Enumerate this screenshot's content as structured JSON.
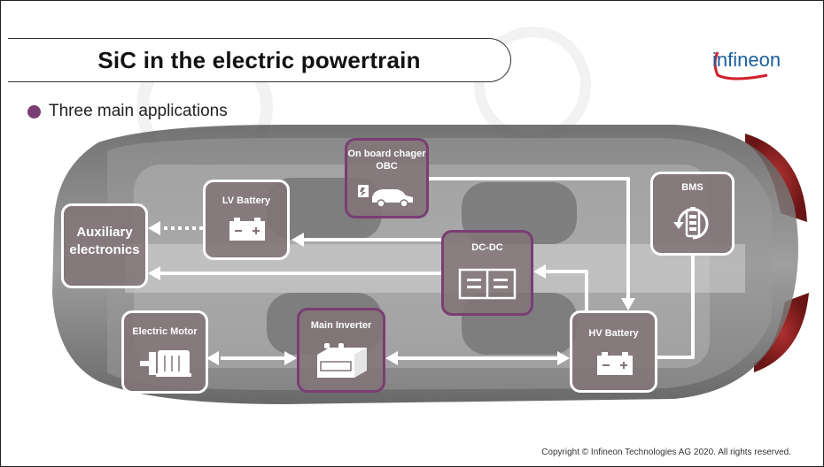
{
  "header": {
    "title": "SiC in the electric powertrain"
  },
  "logo": {
    "text": "infineon"
  },
  "bullet": {
    "text": "Three main applications"
  },
  "components": {
    "obc": {
      "label": "On board chager\nOBC"
    },
    "bms": {
      "label": "BMS"
    },
    "lv_battery": {
      "label": "LV Battery"
    },
    "aux": {
      "label": "Auxiliary\nelectronics"
    },
    "dcdc": {
      "label": "DC-DC"
    },
    "motor": {
      "label": "Electric Motor"
    },
    "inverter": {
      "label": "Main Inverter"
    },
    "hv_battery": {
      "label": "HV Battery"
    }
  },
  "footer": {
    "copyright": "Copyright © Infineon Technologies AG 2020. All rights reserved."
  },
  "colors": {
    "accent": "#7a3d74",
    "box_fill": "#827478",
    "logo_blue": "#1a5f9e",
    "logo_red": "#d0202c"
  }
}
